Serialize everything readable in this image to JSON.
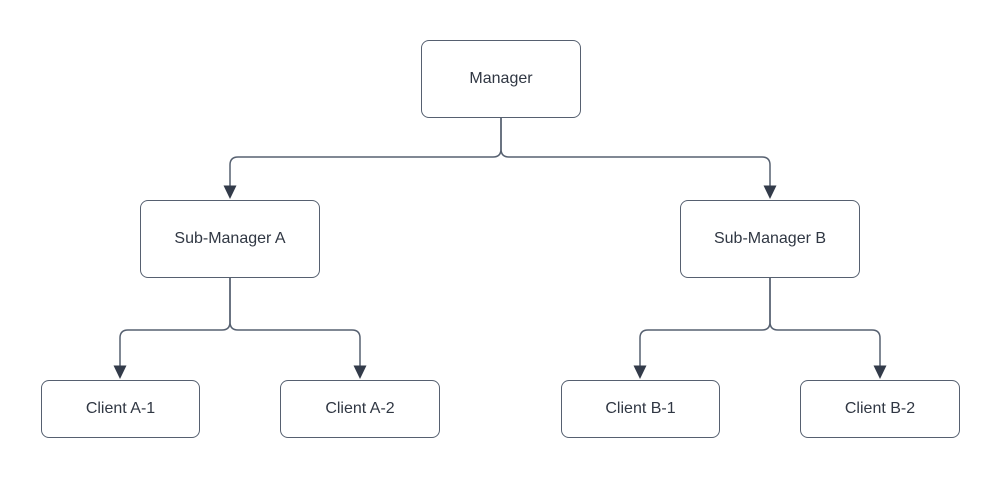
{
  "diagram": {
    "colors": {
      "background": "#ffffff",
      "node_fill": "#ffffff",
      "node_border": "#566070",
      "connector": "#566070",
      "arrowhead": "#333b4a",
      "text": "#303743"
    },
    "nodes": {
      "manager": {
        "label": "Manager"
      },
      "sub_manager_a": {
        "label": "Sub-Manager A"
      },
      "sub_manager_b": {
        "label": "Sub-Manager B"
      },
      "client_a1": {
        "label": "Client A-1"
      },
      "client_a2": {
        "label": "Client A-2"
      },
      "client_b1": {
        "label": "Client B-1"
      },
      "client_b2": {
        "label": "Client B-2"
      }
    },
    "edges": [
      {
        "from": "Manager",
        "to": "Sub-Manager A"
      },
      {
        "from": "Manager",
        "to": "Sub-Manager B"
      },
      {
        "from": "Sub-Manager A",
        "to": "Client A-1"
      },
      {
        "from": "Sub-Manager A",
        "to": "Client A-2"
      },
      {
        "from": "Sub-Manager B",
        "to": "Client B-1"
      },
      {
        "from": "Sub-Manager B",
        "to": "Client B-2"
      }
    ]
  }
}
